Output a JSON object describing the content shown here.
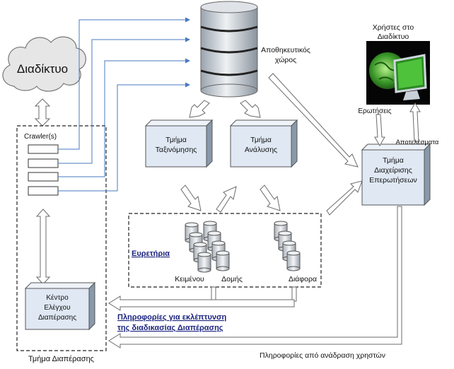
{
  "labels": {
    "internet": "Διαδίκτυο",
    "storage_line1": "Αποθηκευτικός",
    "storage_line2": "χώρος",
    "web_users_line1": "Χρήστες στο",
    "web_users_line2": "Διαδίκτυο",
    "queries": "Ερωτήσεις",
    "results": "Αποτελέσματα",
    "crawlers": "Crawler(s)",
    "classification_line1": "Τμήμα",
    "classification_line2": "Ταξινόμησης",
    "analysis_line1": "Τμήμα",
    "analysis_line2": "Ανάλυσης",
    "query_mgmt_line1": "Τμήμα",
    "query_mgmt_line2": "Διαχείρισης",
    "query_mgmt_line3": "Επερωτήσεων",
    "indexes": "Ευρετήρια",
    "idx_text": "Κειμένου",
    "idx_structure": "Δομής",
    "idx_misc": "Διάφορα",
    "crawl_control_line1": "Κέντρο",
    "crawl_control_line2": "Ελέγχου",
    "crawl_control_line3": "Διαπέρασης",
    "refine_line1": "Πληροφορίες για εκλέπτυνση",
    "refine_line2": "της διαδικασίας Διαπέρασης",
    "crawl_section": "Τμήμα Διαπέρασης",
    "user_feedback": "Πληροφορίες από ανάδραση χρηστών"
  },
  "colors": {
    "box_face": "#dfe8f3",
    "box_side": "#8899aa",
    "line_blue": "#4a78c2",
    "arrow_fill": "#ffffff",
    "arrow_stroke": "#6b6b6b",
    "emphasis_text": "#1a237e"
  },
  "icons": [
    "cloud-icon",
    "database-stack-icon",
    "monitor-globe-icon",
    "database-cylinder-icon"
  ]
}
